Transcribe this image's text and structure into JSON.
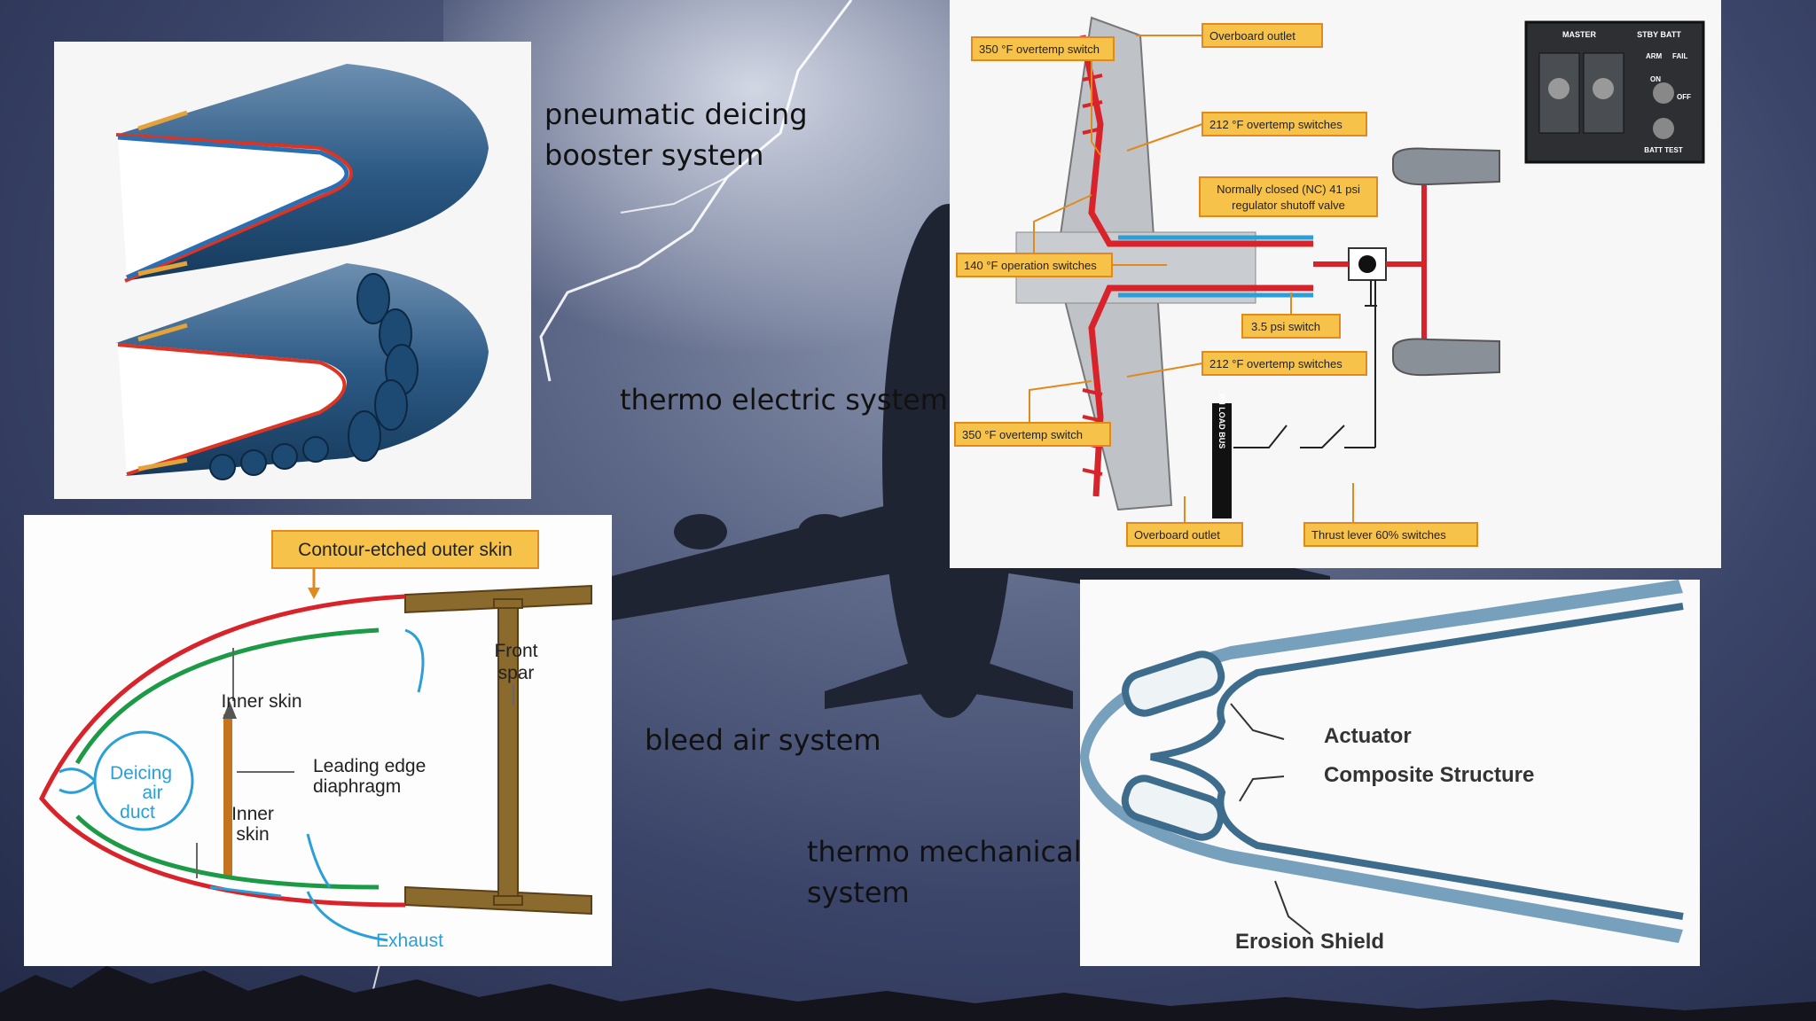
{
  "slide": {
    "captions": {
      "pneumatic": "pneumatic deicing\nbooster system",
      "thermo_electric": "thermo electric system",
      "bleed_air": "bleed air system",
      "thermo_mechanical": "thermo mechanical\nsystem"
    }
  },
  "bleed_air_diagram": {
    "callout": "Contour-etched outer skin",
    "front_spar_1": "Front",
    "front_spar_2": "spar",
    "inner_skin_top": "Inner skin",
    "diaphragm_1": "Leading edge",
    "diaphragm_2": "diaphragm",
    "inner_skin_bottom_1": "Inner",
    "inner_skin_bottom_2": "skin",
    "duct_1": "Deicing",
    "duct_2": "air",
    "duct_3": "duct",
    "exhaust": "Exhaust"
  },
  "thermo_electric_diagram": {
    "overtemp_350_top": "350 °F overtemp switch",
    "overboard_top": "Overboard outlet",
    "overtemp_212_top": "212 °F overtemp switches",
    "valve_1": "Normally closed (NC) 41 psi",
    "valve_2": "regulator shutoff valve",
    "operation_140": "140 °F operation switches",
    "psi_switch": "3.5 psi switch",
    "overtemp_212_bottom": "212 °F overtemp switches",
    "overtemp_350_bottom": "350 °F overtemp switch",
    "overboard_bottom": "Overboard outlet",
    "thrust_lever": "Thrust lever 60% switches",
    "load_bus": "RH LOAD BUS",
    "panel_master": "MASTER",
    "panel_stby": "STBY BATT",
    "panel_arm": "ARM",
    "panel_fail": "FAIL",
    "panel_on": "ON",
    "panel_off": "OFF",
    "panel_batt_test": "BATT TEST"
  },
  "thermo_mechanical_diagram": {
    "actuator": "Actuator",
    "composite": "Composite Structure",
    "erosion": "Erosion Shield"
  }
}
